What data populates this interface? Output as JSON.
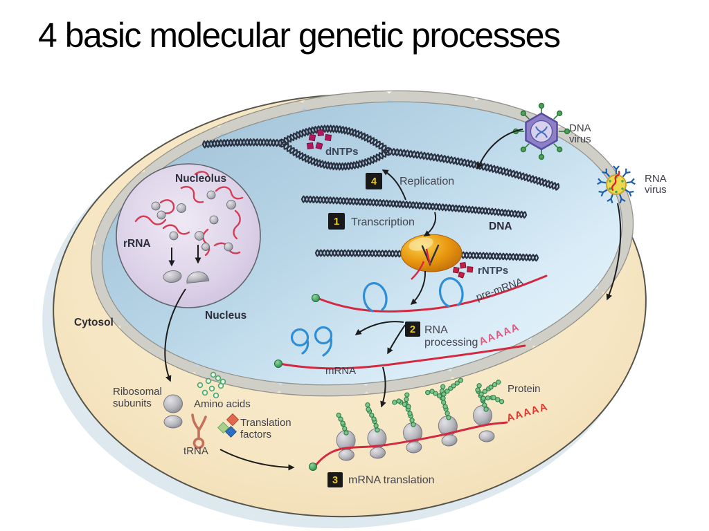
{
  "slide": {
    "title": "4 basic molecular genetic processes"
  },
  "cell": {
    "regions": {
      "cytosol": "Cytosol",
      "nucleus": "Nucleus",
      "nucleolus": "Nucleolus"
    },
    "molecules": {
      "rrna": "rRNA",
      "dna": "DNA",
      "dntps": "dNTPs",
      "rntps": "rNTPs",
      "pre_mrna": "pre-mRNA",
      "mrna": "mRNA",
      "trna": "tRNA",
      "poly_a": "AAAAA",
      "protein": "Protein",
      "amino_acids": "Amino acids"
    },
    "machinery": {
      "ribosomal_line1": "Ribosomal",
      "ribosomal_line2": "subunits",
      "factors_line1": "Translation",
      "factors_line2": "factors"
    },
    "processes": [
      {
        "num": "1",
        "label": "Transcription"
      },
      {
        "num": "2",
        "label": "RNA",
        "label2": "processing"
      },
      {
        "num": "3",
        "label": "mRNA translation"
      },
      {
        "num": "4",
        "label": "Replication"
      }
    ],
    "viruses": {
      "dna_line1": "DNA",
      "dna_line2": "virus",
      "rna_line1": "RNA",
      "rna_line2": "virus"
    },
    "colors": {
      "cytosol": "#f6e6c3",
      "nucleus": "#bcd9ea",
      "nucleolus": "#ddd3e8",
      "envelope": "#cfcfc8",
      "dna": "#2b3243",
      "rna_red": "#d42840",
      "intron_blue": "#2f8ed5",
      "polymerase_orange": "#e8950f",
      "badge_bg": "#191919",
      "badge_number": "#f0cd11",
      "poly_a_nuclear_pink": "#e05a80",
      "poly_a_cyto_red": "#dd3a30",
      "protein_green": "#7cc68c",
      "dntp_magenta": "#b5175f",
      "rntp_crimson": "#c62044"
    }
  }
}
